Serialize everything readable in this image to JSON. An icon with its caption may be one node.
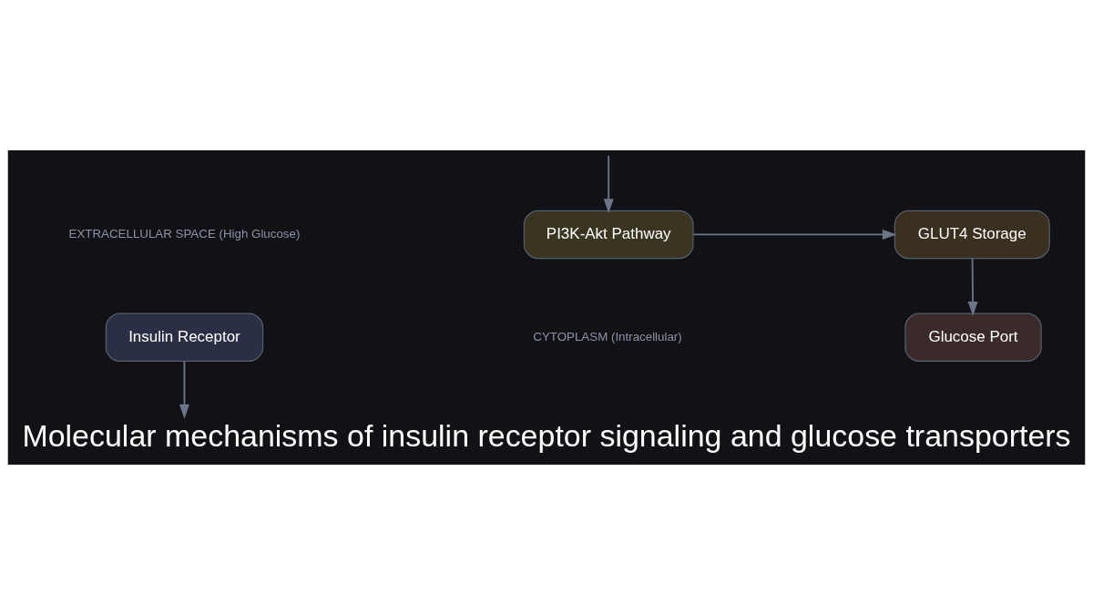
{
  "diagram": {
    "title": "Molecular mechanisms of insulin receptor signaling and glucose transporters",
    "nodes": [
      {
        "text": [
          "Insulin Receptor"
        ]
      },
      {
        "text": [
          "Glucose Port"
        ]
      },
      {
        "text": [
          "PI3K-Akt Pathway"
        ]
      },
      {
        "text": [
          "GLUT4 Storage"
        ]
      }
    ],
    "edges": [
      {
        "from": 0,
        "to": null,
        "arrow": "to"
      },
      {
        "from": null,
        "to": 2,
        "arrow": "to"
      },
      {
        "from": 2,
        "to": 3,
        "arrow": "to"
      },
      {
        "from": 3,
        "to": 1,
        "arrow": "to"
      }
    ],
    "labels": [
      "EXTRACELLULAR SPACE (High Glucose)",
      "CYTOPLASM (Intracellular)"
    ]
  }
}
